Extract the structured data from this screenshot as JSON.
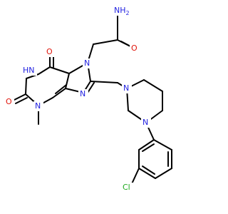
{
  "colors": {
    "bond": "#000000",
    "nitrogen": "#1f1fe0",
    "oxygen": "#e0140a",
    "chlorine": "#1faa1f",
    "carbon": "#000000",
    "background": "#ffffff"
  },
  "atoms": {
    "amide_n": {
      "text": "NH",
      "sub": "2",
      "element": "nitrogen"
    },
    "amide_o": {
      "text": "O",
      "element": "oxygen"
    },
    "c6_o": {
      "text": "O",
      "element": "oxygen"
    },
    "c2_o": {
      "text": "O",
      "element": "oxygen"
    },
    "n1": {
      "text": "HN",
      "element": "nitrogen"
    },
    "n3": {
      "text": "N",
      "element": "nitrogen"
    },
    "n7": {
      "text": "N",
      "element": "nitrogen"
    },
    "n9": {
      "text": "N",
      "element": "nitrogen"
    },
    "pip_n_top": {
      "text": "N",
      "element": "nitrogen"
    },
    "pip_n_bottom": {
      "text": "N",
      "element": "nitrogen"
    },
    "cl": {
      "text": "Cl",
      "element": "chlorine"
    }
  }
}
